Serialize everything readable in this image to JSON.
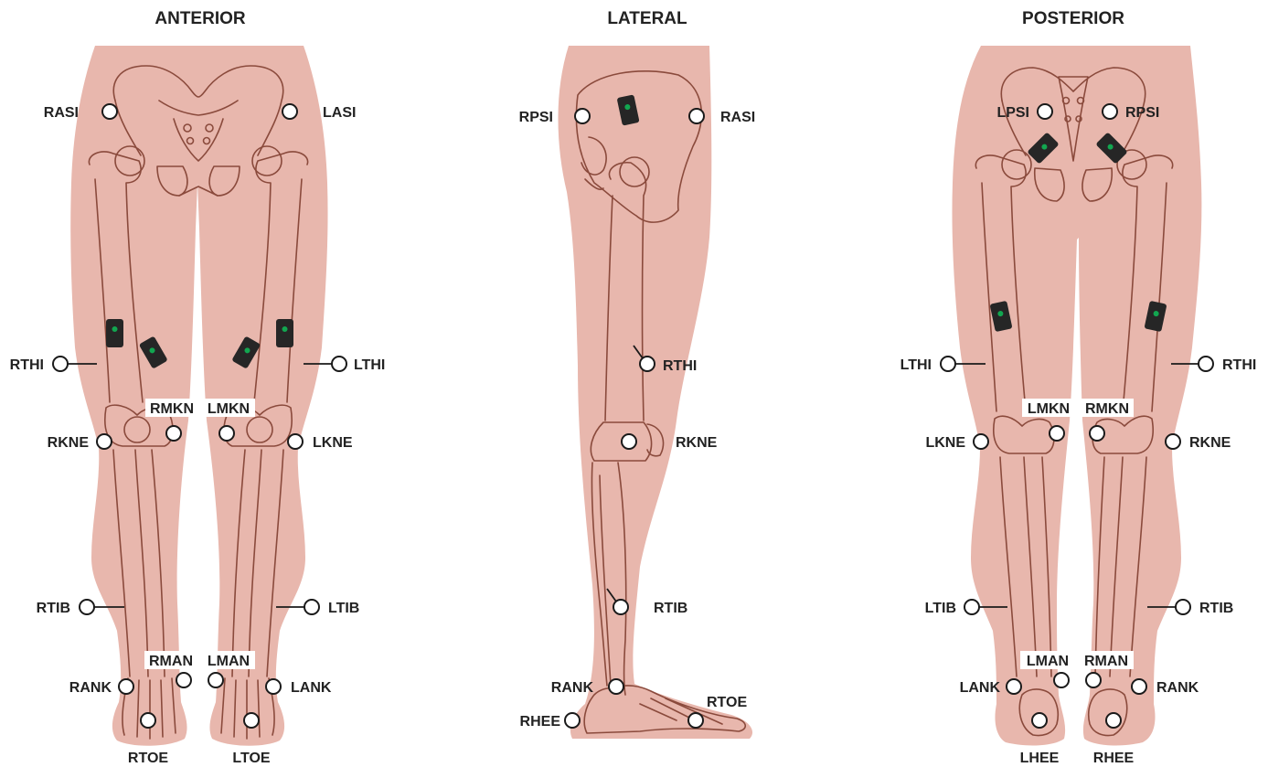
{
  "colors": {
    "skin": "#e8b7ad",
    "bone_line": "#8a4a3c",
    "sensor": "#262626",
    "sensor_led": "#12a650",
    "marker_fill": "#ffffff"
  },
  "views": {
    "anterior": {
      "title": "ANTERIOR",
      "labels": {
        "rasi": "RASI",
        "lasi": "LASI",
        "rthi": "RTHI",
        "lthi": "LTHI",
        "rmkn": "RMKN",
        "lmkn": "LMKN",
        "rkne": "RKNE",
        "lkne": "LKNE",
        "rtib": "RTIB",
        "ltib": "LTIB",
        "rman": "RMAN",
        "lman": "LMAN",
        "rank": "RANK",
        "lank": "LANK",
        "rtoe": "RTOE",
        "ltoe": "LTOE"
      }
    },
    "lateral": {
      "title": "LATERAL",
      "labels": {
        "rpsi": "RPSI",
        "rasi": "RASI",
        "rthi": "RTHI",
        "rkne": "RKNE",
        "rtib": "RTIB",
        "rank": "RANK",
        "rhee": "RHEE",
        "rtoe": "RTOE"
      }
    },
    "posterior": {
      "title": "POSTERIOR",
      "labels": {
        "lpsi": "LPSI",
        "rpsi": "RPSI",
        "lthi": "LTHI",
        "rthi": "RTHI",
        "lmkn": "LMKN",
        "rmkn": "RMKN",
        "lkne": "LKNE",
        "rkne": "RKNE",
        "ltib": "LTIB",
        "rtib": "RTIB",
        "lman": "LMAN",
        "rman": "RMAN",
        "lank": "LANK",
        "rank": "RANK",
        "lhee": "LHEE",
        "rhee": "RHEE"
      }
    }
  }
}
